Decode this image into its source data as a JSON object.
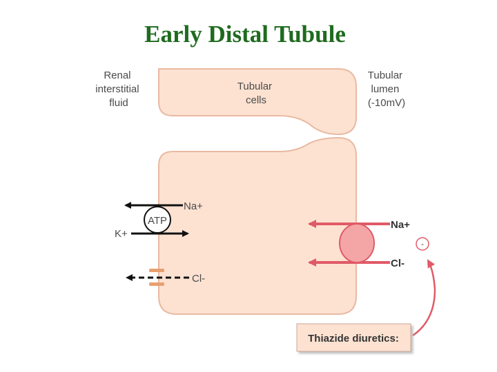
{
  "title": "Early Distal Tubule",
  "labels": {
    "renal_interstitial_fluid": [
      "Renal",
      "interstitial",
      "fluid"
    ],
    "tubular_cells": [
      "Tubular",
      "cells"
    ],
    "tubular_lumen": [
      "Tubular",
      "lumen",
      "(-10mV)"
    ],
    "atp": "ATP",
    "na_out": "Na+",
    "k_in": "K+",
    "cl_out": "Cl-",
    "na_lumen": "Na+",
    "cl_lumen": "Cl-",
    "minus_sign": "-",
    "thiazide": "Thiazide diuretics:"
  },
  "colors": {
    "title": "#1f6b1f",
    "cell_fill": "#fde2d2",
    "cell_stroke": "#e9b9a1",
    "transporter_fill": "#f4a6a6",
    "lumen_arrow": "#e05a67",
    "box_fill": "#fde2d2"
  }
}
